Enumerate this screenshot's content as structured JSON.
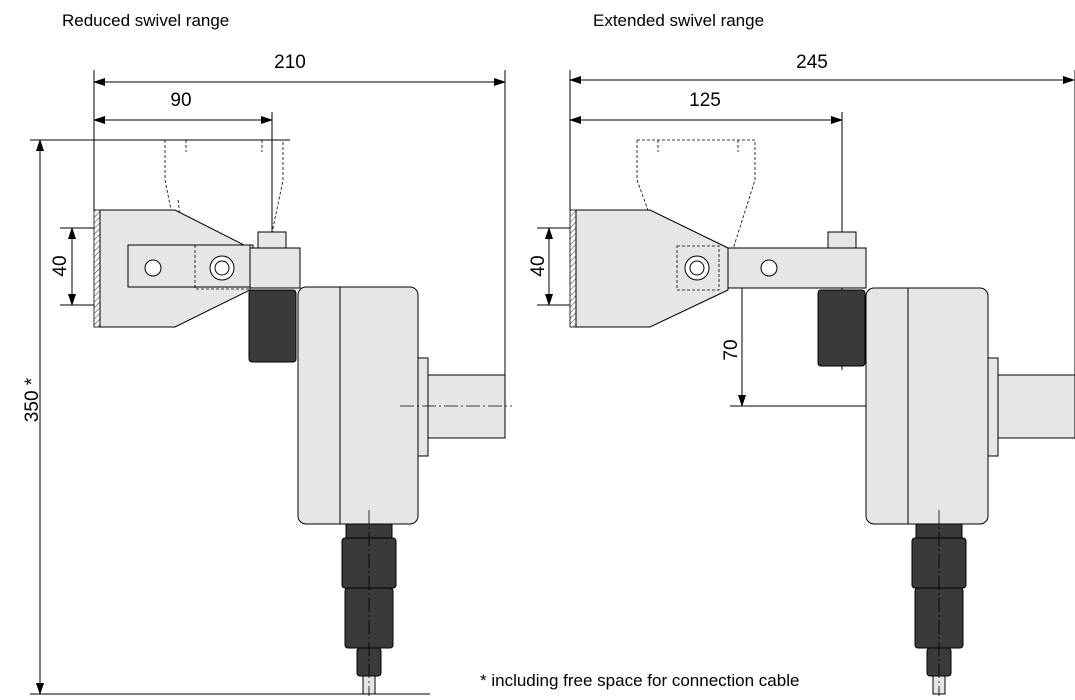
{
  "titles": {
    "left": "Reduced swivel range",
    "right": "Extended swivel range"
  },
  "left_view": {
    "overall_width": "210",
    "bracket_offset": "90",
    "bracket_height": "40",
    "total_height": "350 *"
  },
  "right_view": {
    "overall_width": "245",
    "bracket_offset": "125",
    "bracket_height": "40",
    "vertical_offset": "70"
  },
  "footnote": "* including free space for connection cable"
}
